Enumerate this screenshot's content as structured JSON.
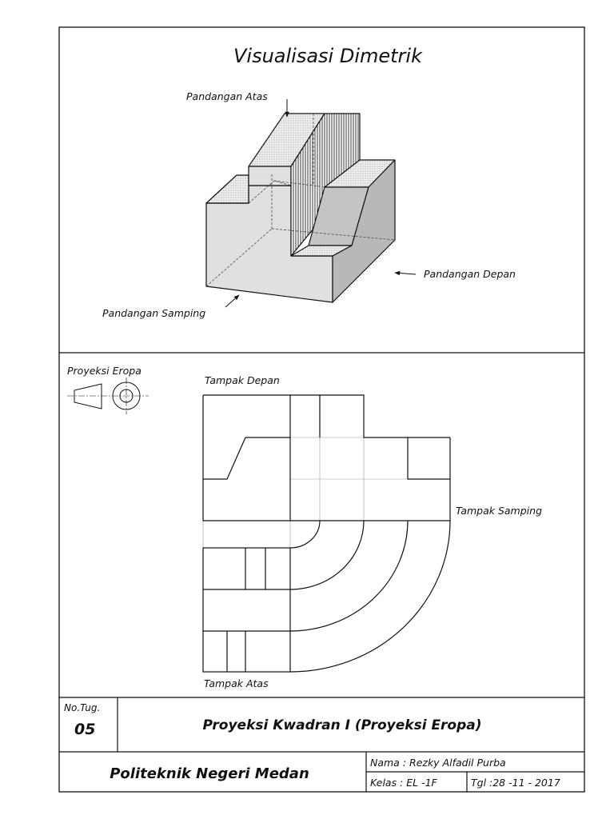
{
  "top": {
    "title": "Visualisasi Dimetrik",
    "label_top_view": "Pandangan Atas",
    "label_front_view": "Pandangan Depan",
    "label_side_view": "Pandangan Samping"
  },
  "bottom": {
    "projection_symbol_label": "Proyeksi Eropa",
    "label_front": "Tampak  Depan",
    "label_side": "Tampak  Samping",
    "label_top": "Tampak  Atas"
  },
  "title_block": {
    "task_no_label": "No.Tug.",
    "task_no": "05",
    "drawing_title": "Proyeksi  Kwadran I (Proyeksi  Eropa)",
    "institution": "Politeknik  Negeri  Medan",
    "name_line": "Nama :  Rezky  Alfadil  Purba",
    "class_line": "Kelas : EL -1F",
    "date_line": "Tgl  :28 -11 - 2017"
  },
  "colors": {
    "line": "#111111",
    "face_light": "#e2e2e2",
    "face_mid": "#c8c8c8",
    "face_dark": "#b5b5b5"
  }
}
